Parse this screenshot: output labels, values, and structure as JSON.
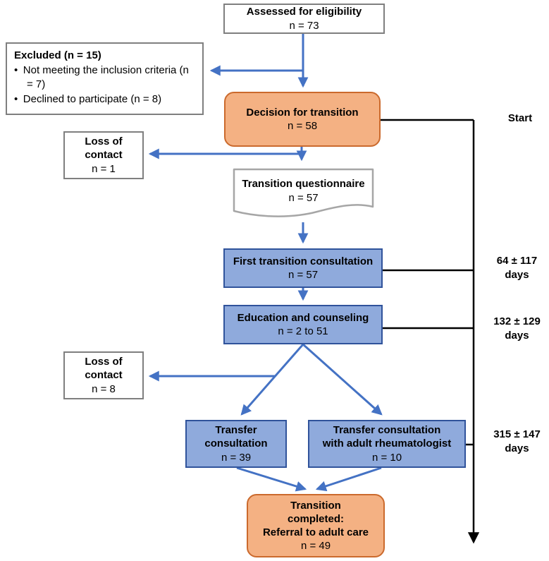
{
  "figure": {
    "type": "flowchart",
    "description": "Patient flow diagram of a transition program from pediatric to adult rheumatology care"
  },
  "nodes": {
    "assessed": {
      "title": "Assessed for eligibility",
      "n": "n = 73"
    },
    "excluded": {
      "title": "Excluded (n = 15)",
      "bullets": [
        "Not meeting the inclusion criteria (n = 7)",
        "Declined to participate (n = 8)"
      ]
    },
    "decision": {
      "title": "Decision for transition",
      "n": "n = 58"
    },
    "loss_contact_1": {
      "title": [
        "Loss of",
        "contact"
      ],
      "n": "n = 1"
    },
    "questionnaire": {
      "title": "Transition questionnaire",
      "n": "n = 57"
    },
    "first_consult": {
      "title": "First transition consultation",
      "n": "n = 57"
    },
    "education": {
      "title": "Education and counseling",
      "n": "n = 2 to 51"
    },
    "loss_contact_2": {
      "title": [
        "Loss of",
        "contact"
      ],
      "n": "n = 8"
    },
    "transfer": {
      "title": [
        "Transfer",
        "consultation"
      ],
      "n": "n = 39"
    },
    "transfer_adult": {
      "title": [
        "Transfer consultation",
        "with adult rheumatologist"
      ],
      "n": "n = 10"
    },
    "completed": {
      "title": [
        "Transition",
        "completed:",
        "Referral to adult care"
      ],
      "n": "n = 49"
    }
  },
  "timeline": {
    "start_label": "Start",
    "milestones": [
      {
        "label": [
          "64 ± 117",
          "days"
        ]
      },
      {
        "label": [
          "132 ± 129",
          "days"
        ]
      },
      {
        "label": [
          "315 ± 147",
          "days"
        ]
      }
    ]
  },
  "colors": {
    "arrow_blue": "#4472c4",
    "box_blue_fill": "#8faadc",
    "box_blue_border": "#30539b",
    "box_orange_fill": "#f4b183",
    "box_orange_border": "#cb6a2d",
    "box_gray_border": "#7f7f7f",
    "doc_border": "#a6a6a6",
    "timeline_black": "#000000"
  }
}
